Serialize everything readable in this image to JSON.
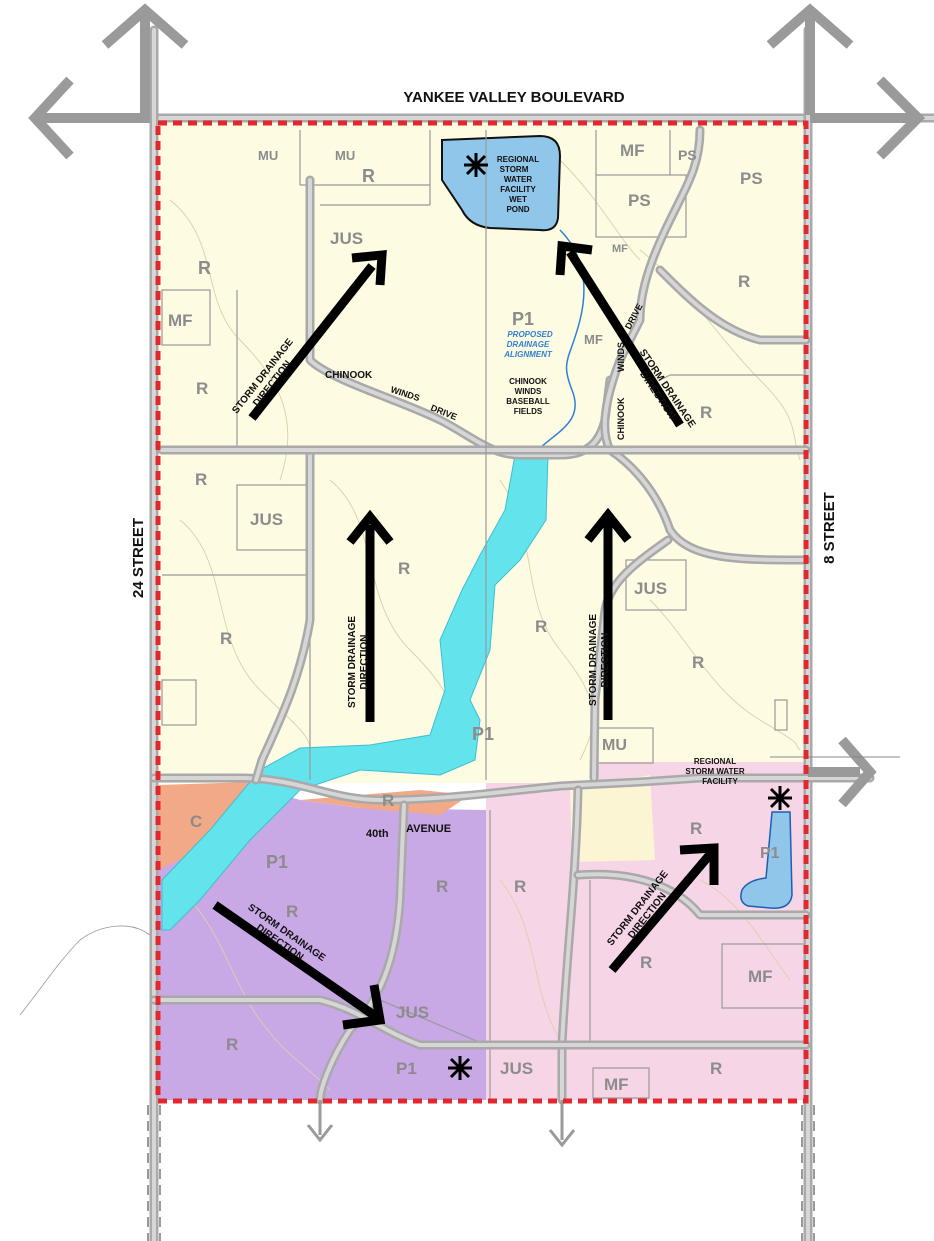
{
  "streets": {
    "north": "YANKEE VALLEY BOULEVARD",
    "west": "24 STREET",
    "east": "8 STREET",
    "avenue_a": "40th",
    "avenue_b": "AVENUE",
    "drive_a": "CHINOOK",
    "drive_b": "WINDS",
    "drive_c": "DRIVE",
    "east_drive_a": "CHINOOK",
    "east_drive_b": "WINDS",
    "east_drive_c": "DRIVE"
  },
  "facilities": {
    "north_pond": [
      "REGIONAL",
      "STORM",
      "WATER",
      "FACILITY",
      "WET",
      "POND"
    ],
    "east_pond": [
      "REGIONAL",
      "STORM WATER",
      "FACILITY"
    ],
    "drainage_alignment": [
      "PROPOSED",
      "DRAINAGE",
      "ALIGNMENT"
    ],
    "baseball": [
      "CHINOOK",
      "WINDS",
      "BASEBALL",
      "FIELDS"
    ]
  },
  "drainage_label": [
    "STORM DRAINAGE",
    "DIRECTION"
  ],
  "zones": {
    "mu1": "MU",
    "mu2": "MU",
    "r_nw_top": "R",
    "mf_top": "MF",
    "ps1": "PS",
    "ps2": "PS",
    "ps3": "PS",
    "jus_north": "JUS",
    "mf_ne": "MF",
    "r_ne": "R",
    "mf_west": "MF",
    "r_west1": "R",
    "r_west_hidden": "R",
    "p1_north": "P1",
    "mf_small": "MF",
    "r_east": "R",
    "r_west2": "R",
    "jus_west": "JUS",
    "r_center": "R",
    "r_center2": "R",
    "jus_east": "JUS",
    "r_west3": "R",
    "r_east2": "R",
    "p1_mid": "P1",
    "mu_mid": "MU",
    "c_zone": "C",
    "r_orange": "R",
    "r_pink1": "R",
    "p1_east": "P1",
    "p1_purple": "P1",
    "r_purple1": "R",
    "r_purple2": "R",
    "r_pink2": "R",
    "r_pink3": "R",
    "mf_se": "MF",
    "jus_s1": "JUS",
    "r_sw": "R",
    "p1_south": "P1",
    "jus_s2": "JUS",
    "mf_s": "MF",
    "r_s": "R"
  },
  "colors": {
    "residential_yellow": "#fdfbe2",
    "pink": "#f6d5e6",
    "purple": "#c9a8e6",
    "orange": "#f2a987",
    "cyan": "#63e3ec",
    "pond_blue": "#8fc6ea",
    "boundary_red": "#e2282e"
  }
}
